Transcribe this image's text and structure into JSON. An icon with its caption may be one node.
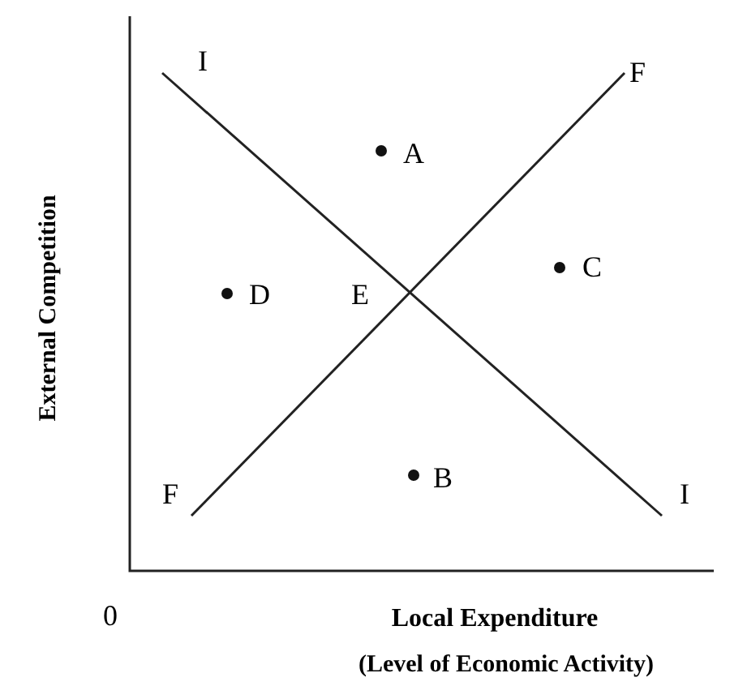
{
  "diagram": {
    "labels": [
      "External Competition",
      "I",
      "F",
      "A",
      "D",
      "E",
      "C",
      "F",
      "B",
      "I",
      "0",
      "Local Expenditure",
      "(Level of Economic Activity)"
    ]
  }
}
